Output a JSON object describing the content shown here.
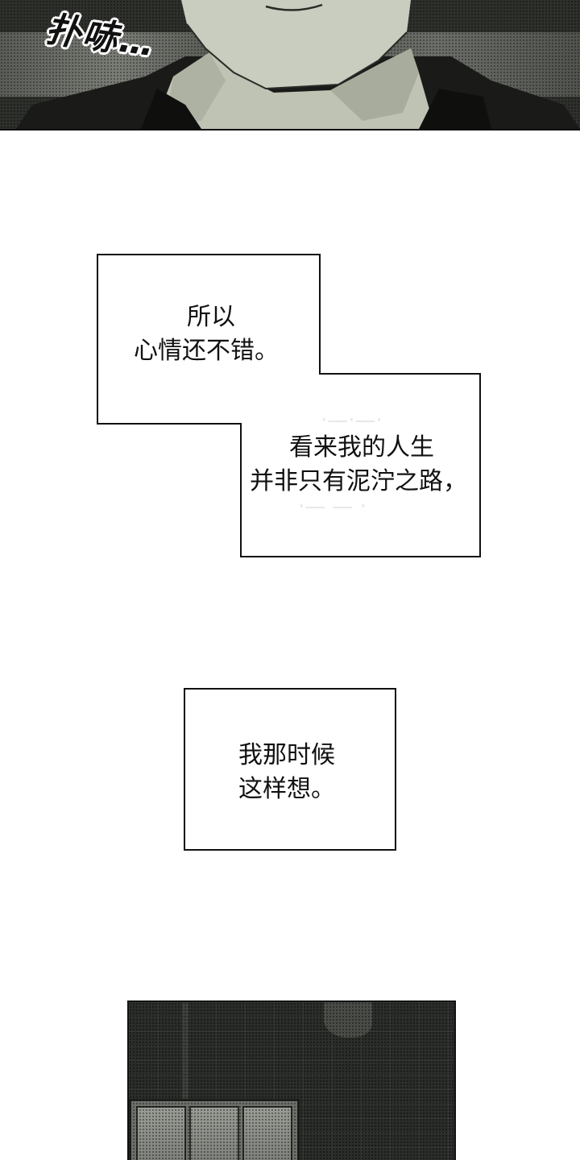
{
  "panel_top": {
    "sfx": "扑哧…"
  },
  "narration": {
    "box1": {
      "line1": "所以",
      "line2": "心情还不错。"
    },
    "box2": {
      "line1": "看来我的人生",
      "line2": "并非只有泥泞之路，"
    },
    "box3": {
      "line1": "我那时候",
      "line2": "这样想。"
    }
  },
  "colors": {
    "panel_dark": "#2e302c",
    "skin_tone": "#c9cdbf",
    "border": "#111111",
    "background": "#ffffff"
  }
}
